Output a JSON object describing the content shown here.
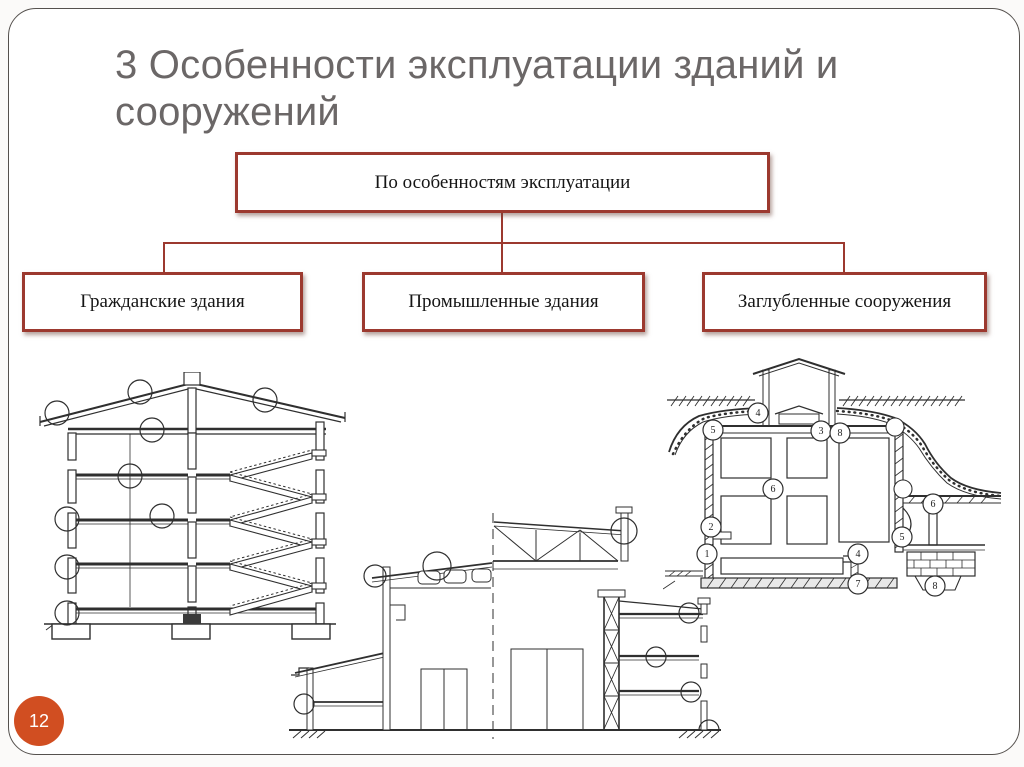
{
  "slide": {
    "title": "3 Особенности эксплуатации зданий и сооружений",
    "page_number": "12"
  },
  "diagram": {
    "root": "По особенностям эксплуатации",
    "children": [
      "Гражданские здания",
      "Промышленные здания",
      "Заглубленные сооружения"
    ]
  },
  "drawings": {
    "buried_callouts": {
      "a": "4",
      "b": "5",
      "c": "3",
      "d": "8",
      "e": "6",
      "f": "2",
      "g": "1",
      "h": "6",
      "i": "5",
      "j": "4",
      "k": "7",
      "l": "8"
    }
  },
  "colors": {
    "box_border": "#9c392f",
    "connector": "#9c392f",
    "page_circle": "#d14e21",
    "title_text": "#6b6767",
    "drawing_line": "#2f2f2f"
  }
}
